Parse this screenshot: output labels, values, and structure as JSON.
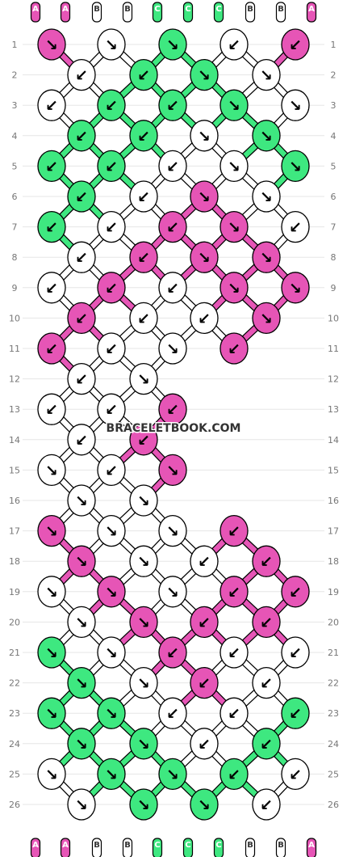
{
  "watermark": "BRACELETBOOK.COM",
  "colors": {
    "A": "#e655b6",
    "B": "#ffffff",
    "C": "#3ee880"
  },
  "strings_top": [
    "A",
    "A",
    "B",
    "B",
    "C",
    "C",
    "C",
    "B",
    "B",
    "A"
  ],
  "strings_bottom": [
    "A",
    "A",
    "B",
    "B",
    "C",
    "C",
    "C",
    "B",
    "B",
    "A"
  ],
  "row_numbers": [
    1,
    2,
    3,
    4,
    5,
    6,
    7,
    8,
    9,
    10,
    11,
    12,
    13,
    14,
    15,
    16,
    17,
    18,
    19,
    20,
    21,
    22,
    23,
    24,
    25,
    26
  ],
  "knots": [
    [
      [
        "A",
        "se"
      ],
      [
        "B",
        "se"
      ],
      [
        "C",
        "se"
      ],
      [
        "B",
        "sw"
      ],
      [
        "A",
        "sw"
      ]
    ],
    [
      [
        "B",
        "sw"
      ],
      [
        "C",
        "sw"
      ],
      [
        "C",
        "se"
      ],
      [
        "B",
        "se"
      ]
    ],
    [
      [
        "B",
        "sw"
      ],
      [
        "C",
        "sw"
      ],
      [
        "C",
        "sw"
      ],
      [
        "C",
        "se"
      ],
      [
        "B",
        "se"
      ]
    ],
    [
      [
        "C",
        "sw"
      ],
      [
        "C",
        "sw"
      ],
      [
        "B",
        "se"
      ],
      [
        "C",
        "se"
      ]
    ],
    [
      [
        "C",
        "sw"
      ],
      [
        "C",
        "sw"
      ],
      [
        "B",
        "sw"
      ],
      [
        "B",
        "se"
      ],
      [
        "C",
        "se"
      ]
    ],
    [
      [
        "C",
        "sw"
      ],
      [
        "B",
        "sw"
      ],
      [
        "A",
        "se"
      ],
      [
        "B",
        "se"
      ]
    ],
    [
      [
        "C",
        "sw"
      ],
      [
        "B",
        "sw"
      ],
      [
        "A",
        "sw"
      ],
      [
        "A",
        "se"
      ],
      [
        "B",
        "sw"
      ]
    ],
    [
      [
        "B",
        "sw"
      ],
      [
        "A",
        "sw"
      ],
      [
        "A",
        "se"
      ],
      [
        "A",
        "se"
      ]
    ],
    [
      [
        "B",
        "sw"
      ],
      [
        "A",
        "sw"
      ],
      [
        "B",
        "sw"
      ],
      [
        "A",
        "se"
      ],
      [
        "A",
        "se"
      ]
    ],
    [
      [
        "A",
        "sw"
      ],
      [
        "B",
        "sw"
      ],
      [
        "B",
        "sw"
      ],
      [
        "A",
        "se"
      ]
    ],
    [
      [
        "A",
        "sw"
      ],
      [
        "B",
        "sw"
      ],
      [
        "B",
        "se"
      ],
      [
        "A",
        "sw"
      ]
    ],
    [
      [
        "B",
        "sw"
      ],
      [
        "B",
        "se"
      ]
    ],
    [
      [
        "B",
        "sw"
      ],
      [
        "B",
        "sw"
      ],
      [
        "A",
        "sw"
      ]
    ],
    [
      [
        "B",
        "sw"
      ],
      [
        "A",
        "sw"
      ]
    ],
    [
      [
        "B",
        "se"
      ],
      [
        "B",
        "sw"
      ],
      [
        "A",
        "se"
      ]
    ],
    [
      [
        "B",
        "se"
      ],
      [
        "B",
        "se"
      ]
    ],
    [
      [
        "A",
        "se"
      ],
      [
        "B",
        "se"
      ],
      [
        "B",
        "se"
      ],
      [
        "A",
        "sw"
      ]
    ],
    [
      [
        "A",
        "se"
      ],
      [
        "B",
        "se"
      ],
      [
        "B",
        "sw"
      ],
      [
        "A",
        "sw"
      ]
    ],
    [
      [
        "B",
        "se"
      ],
      [
        "A",
        "se"
      ],
      [
        "B",
        "se"
      ],
      [
        "A",
        "sw"
      ],
      [
        "A",
        "sw"
      ]
    ],
    [
      [
        "B",
        "se"
      ],
      [
        "A",
        "se"
      ],
      [
        "A",
        "sw"
      ],
      [
        "A",
        "sw"
      ]
    ],
    [
      [
        "C",
        "se"
      ],
      [
        "B",
        "se"
      ],
      [
        "A",
        "sw"
      ],
      [
        "B",
        "sw"
      ],
      [
        "B",
        "sw"
      ]
    ],
    [
      [
        "C",
        "se"
      ],
      [
        "B",
        "se"
      ],
      [
        "A",
        "sw"
      ],
      [
        "B",
        "sw"
      ]
    ],
    [
      [
        "C",
        "se"
      ],
      [
        "C",
        "se"
      ],
      [
        "B",
        "sw"
      ],
      [
        "B",
        "sw"
      ],
      [
        "C",
        "sw"
      ]
    ],
    [
      [
        "C",
        "se"
      ],
      [
        "C",
        "se"
      ],
      [
        "B",
        "sw"
      ],
      [
        "C",
        "sw"
      ]
    ],
    [
      [
        "B",
        "se"
      ],
      [
        "C",
        "se"
      ],
      [
        "C",
        "se"
      ],
      [
        "C",
        "sw"
      ],
      [
        "B",
        "sw"
      ]
    ],
    [
      [
        "B",
        "se"
      ],
      [
        "C",
        "se"
      ],
      [
        "C",
        "se"
      ],
      [
        "B",
        "sw"
      ]
    ]
  ]
}
